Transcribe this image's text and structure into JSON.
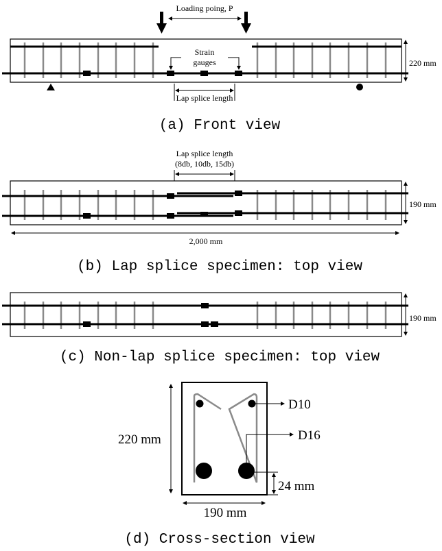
{
  "front_view": {
    "loading_label": "Loading poing, P",
    "strain_gauges_line1": "Strain",
    "strain_gauges_line2": "gauges",
    "height_label": "220 mm",
    "lap_splice_label": "Lap splice length",
    "caption": "(a) Front view"
  },
  "lap_top_view": {
    "lap_splice_label": "Lap splice length",
    "lap_splice_values": "(8db, 10db, 15db)",
    "width_label": "190 mm",
    "length_label": "2,000 mm",
    "caption": "(b) Lap splice specimen: top view"
  },
  "nonlap_top_view": {
    "width_label": "190 mm",
    "caption": "(c) Non-lap splice specimen: top view"
  },
  "cross_section": {
    "top_bar_label": "D10",
    "bottom_bar_label": "D16",
    "height_label": "220 mm",
    "width_label": "190 mm",
    "cover_label": "24 mm",
    "caption": "(d) Cross-section view"
  }
}
